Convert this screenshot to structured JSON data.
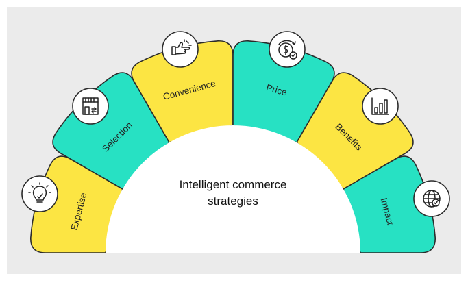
{
  "diagram": {
    "title_line1": "Intelligent commerce",
    "title_line2": "strategies",
    "colors": {
      "yellow": "#FCE543",
      "teal": "#27E1C3",
      "outline": "#2B2B2B",
      "background": "#EBEBEB"
    },
    "segments": [
      {
        "label": "Expertise",
        "color": "yellow",
        "icon": "lightbulb-check-icon"
      },
      {
        "label": "Selection",
        "color": "teal",
        "icon": "storefront-icon"
      },
      {
        "label": "Convenience",
        "color": "yellow",
        "icon": "pointing-hand-icon"
      },
      {
        "label": "Price",
        "color": "teal",
        "icon": "dollar-coin-check-icon"
      },
      {
        "label": "Benefits",
        "color": "yellow",
        "icon": "bar-chart-icon"
      },
      {
        "label": "Impact",
        "color": "teal",
        "icon": "globe-check-icon"
      }
    ]
  }
}
